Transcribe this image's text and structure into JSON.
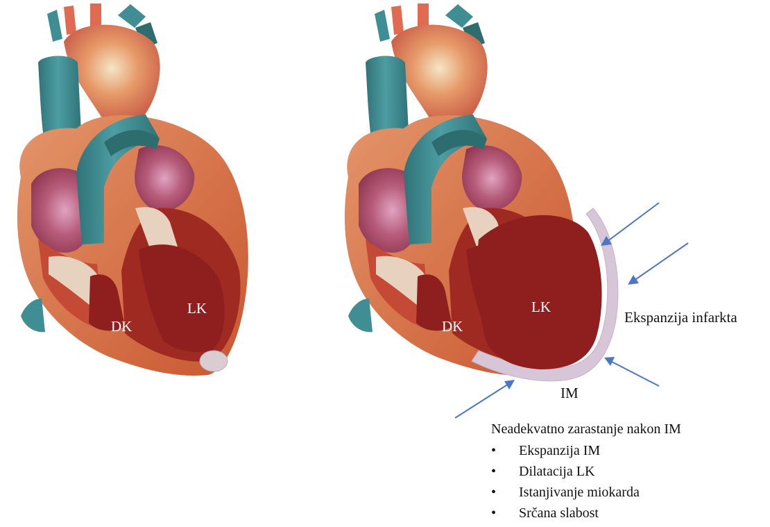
{
  "colors": {
    "myocardium": "#9e2a22",
    "chamber": "#8f1f1f",
    "inner_wall": "#c44a35",
    "outer_edge": "#d8733f",
    "pericardial_fat": "#e4a77c",
    "vessel_teal": "#3f8e93",
    "vessel_teal_dark": "#2d6d70",
    "artery_red": "#e06a52",
    "valve_beige": "#e6d2bf",
    "atrium_pink": "#b85a78",
    "infarct": "#d7c6d8",
    "arrow": "#4a76c4"
  },
  "left_heart": {
    "label_rv": "DK",
    "label_lv": "LK"
  },
  "right_heart": {
    "label_rv": "DK",
    "label_lv": "LK",
    "label_expansion": "Ekspanzija infarkta",
    "label_mi": "IM"
  },
  "findings": {
    "heading": "Neadekvatno zarastanje nakon IM",
    "bullet_symbol": "•",
    "items": [
      "Ekspanzija IM",
      "Dilatacija LK",
      "Istanjivanje miokarda",
      "Srčana slabost"
    ]
  }
}
